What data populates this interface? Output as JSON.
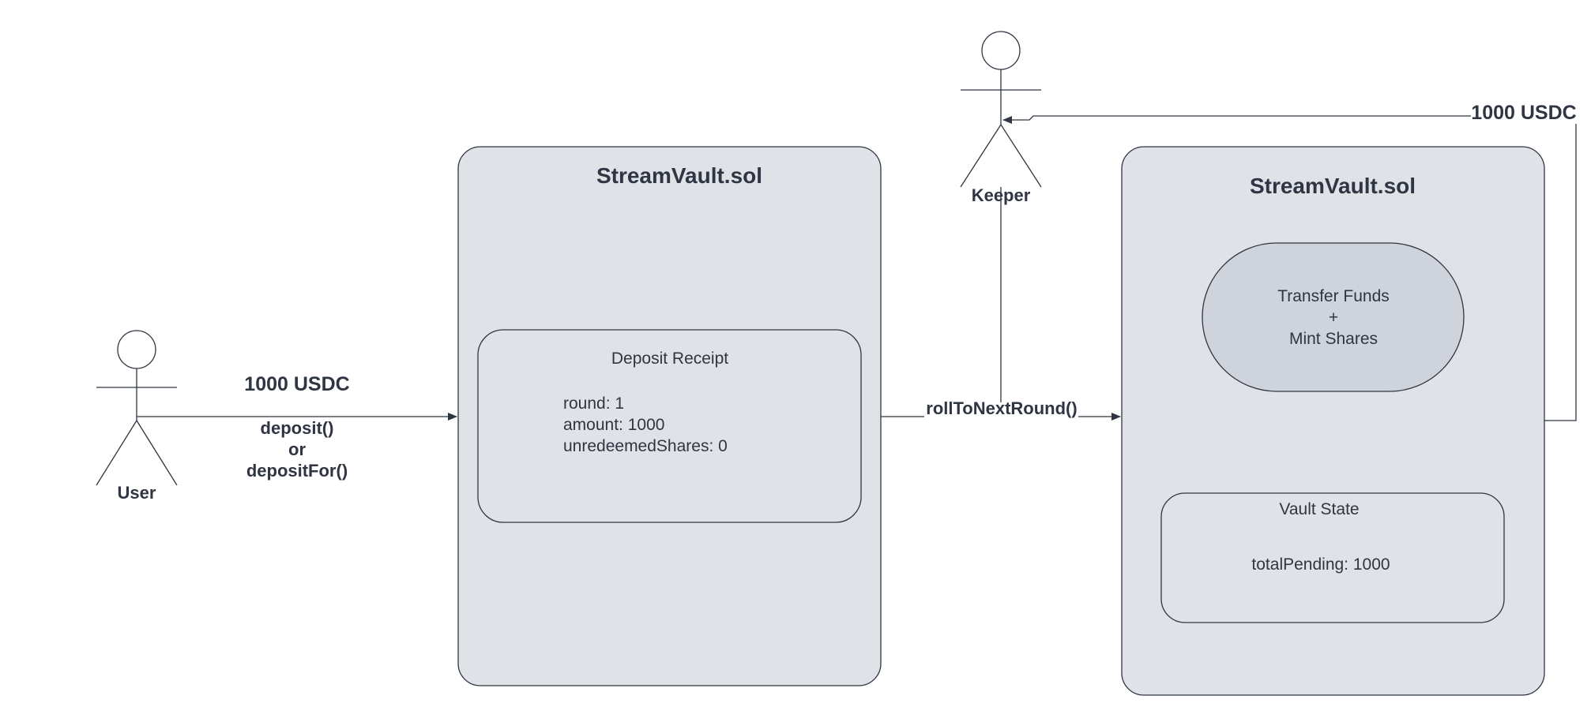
{
  "actors": {
    "user": {
      "label": "User"
    },
    "keeper": {
      "label": "Keeper"
    }
  },
  "arrows": {
    "deposit": {
      "amount": "1000 USDC",
      "fn1": "deposit()",
      "fn2": "or",
      "fn3": "depositFor()"
    },
    "roll": {
      "label": "rollToNextRound()"
    },
    "keeper_return": {
      "amount": "1000 USDC"
    }
  },
  "vault_left": {
    "title": "StreamVault.sol",
    "receipt": {
      "title": "Deposit Receipt",
      "line1": "round: 1",
      "line2": "amount: 1000",
      "line3": "unredeemedShares: 0"
    }
  },
  "vault_right": {
    "title": "StreamVault.sol",
    "process": {
      "line1": "Transfer Funds",
      "line2": "+",
      "line3": "Mint Shares"
    },
    "state": {
      "title": "Vault State",
      "line1": "totalPending: 1000"
    }
  },
  "colors": {
    "container_fill": "#dfe2e7",
    "ellipse_fill": "#cfd4dc",
    "stroke": "#2f3542"
  }
}
